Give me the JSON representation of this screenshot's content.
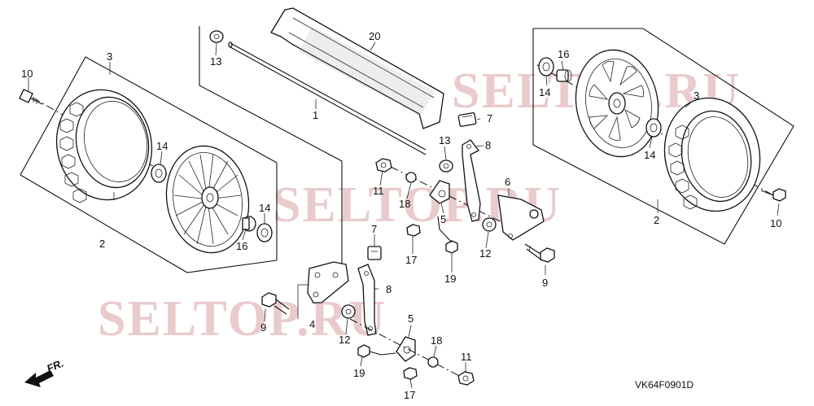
{
  "diagram": {
    "code": "VK64F0901D",
    "direction_label": "FR.",
    "watermark": "SELTOP.RU",
    "colors": {
      "line": "#111111",
      "watermark": "#d8a0a4",
      "background": "#ffffff"
    },
    "callouts": [
      {
        "key": "c10a",
        "text": "10"
      },
      {
        "key": "c3a",
        "text": "3"
      },
      {
        "key": "c14a",
        "text": "14"
      },
      {
        "key": "c2a",
        "text": "2"
      },
      {
        "key": "c14b",
        "text": "14"
      },
      {
        "key": "c16a",
        "text": "16"
      },
      {
        "key": "c13a",
        "text": "13"
      },
      {
        "key": "c20",
        "text": "20"
      },
      {
        "key": "c1",
        "text": "1"
      },
      {
        "key": "c13b",
        "text": "13"
      },
      {
        "key": "c7a",
        "text": "7"
      },
      {
        "key": "c8a",
        "text": "8"
      },
      {
        "key": "c11a",
        "text": "11"
      },
      {
        "key": "c18a",
        "text": "18"
      },
      {
        "key": "c5a",
        "text": "5"
      },
      {
        "key": "c6",
        "text": "6"
      },
      {
        "key": "c7b",
        "text": "7"
      },
      {
        "key": "c17a",
        "text": "17"
      },
      {
        "key": "c19a",
        "text": "19"
      },
      {
        "key": "c12a",
        "text": "12"
      },
      {
        "key": "c9a",
        "text": "9"
      },
      {
        "key": "c9b",
        "text": "9"
      },
      {
        "key": "c4",
        "text": "4"
      },
      {
        "key": "c8b",
        "text": "8"
      },
      {
        "key": "c12b",
        "text": "12"
      },
      {
        "key": "c5b",
        "text": "5"
      },
      {
        "key": "c18b",
        "text": "18"
      },
      {
        "key": "c19b",
        "text": "19"
      },
      {
        "key": "c11b",
        "text": "11"
      },
      {
        "key": "c17b",
        "text": "17"
      },
      {
        "key": "c16b",
        "text": "16"
      },
      {
        "key": "c14c",
        "text": "14"
      },
      {
        "key": "c3b",
        "text": "3"
      },
      {
        "key": "c14d",
        "text": "14"
      },
      {
        "key": "c2b",
        "text": "2"
      },
      {
        "key": "c10b",
        "text": "10"
      }
    ]
  }
}
